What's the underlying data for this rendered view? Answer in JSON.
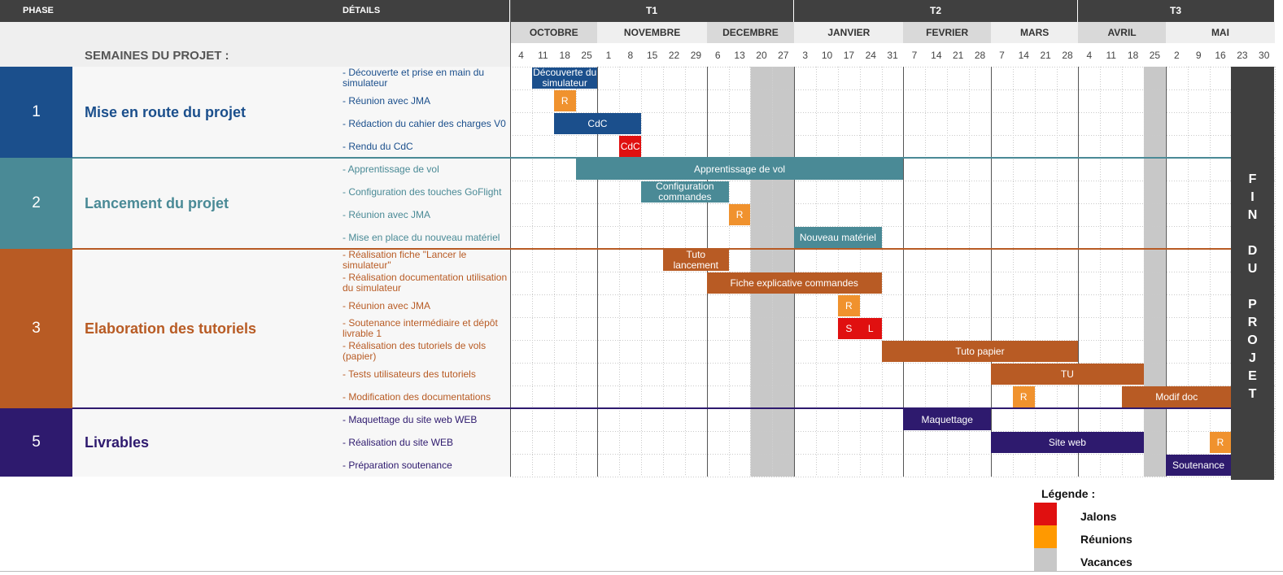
{
  "header": {
    "phase_label": "PHASE",
    "details_label": "DÉTAILS",
    "weeks_label": "SEMAINES DU PROJET :",
    "terms": [
      "T1",
      "T2",
      "T3"
    ]
  },
  "colors": {
    "phase1": "#1B4F8C",
    "phase2": "#4A8A96",
    "phase3": "#B85B24",
    "phase5": "#2E1A6E",
    "milestone": "#E01010",
    "meeting": "#F0922E",
    "holiday": "#C8C8C8",
    "header": "#404040"
  },
  "chart_data": {
    "type": "gantt",
    "months": [
      "OCTOBRE",
      "NOVEMBRE",
      "DECEMBRE",
      "JANVIER",
      "FEVRIER",
      "MARS",
      "AVRIL",
      "MAI"
    ],
    "weeks": [
      "4",
      "11",
      "18",
      "25",
      "1",
      "8",
      "15",
      "22",
      "29",
      "6",
      "13",
      "20",
      "27",
      "3",
      "10",
      "17",
      "24",
      "31",
      "7",
      "14",
      "21",
      "28",
      "7",
      "14",
      "21",
      "28",
      "4",
      "11",
      "18",
      "25",
      "2",
      "9",
      "16",
      "23",
      "30"
    ],
    "week_months": [
      0,
      0,
      0,
      0,
      1,
      1,
      1,
      1,
      1,
      2,
      2,
      2,
      2,
      3,
      3,
      3,
      3,
      3,
      4,
      4,
      4,
      4,
      5,
      5,
      5,
      5,
      6,
      6,
      6,
      6,
      7,
      7,
      7,
      7,
      7
    ],
    "holiday_weeks": [
      11,
      12,
      29
    ],
    "end_weeks": [
      33,
      34
    ],
    "end_text": "FIN DU PROJET",
    "phases": [
      {
        "number": "1",
        "name": "Mise en route du projet",
        "color": "#1B4F8C",
        "tasks": [
          {
            "label": "- Découverte et prise en main du simulateur",
            "bars": [
              {
                "start": 1,
                "end": 4,
                "text": "Découverte du simulateur",
                "kind": "task"
              }
            ]
          },
          {
            "label": "- Réunion avec JMA",
            "bars": [
              {
                "start": 2,
                "end": 3,
                "text": "R",
                "kind": "meeting"
              }
            ]
          },
          {
            "label": "- Rédaction du cahier des charges V0",
            "bars": [
              {
                "start": 2,
                "end": 6,
                "text": "CdC",
                "kind": "task"
              }
            ]
          },
          {
            "label": "- Rendu du CdC",
            "bars": [
              {
                "start": 5,
                "end": 6,
                "text": "CdC",
                "kind": "milestone"
              }
            ]
          }
        ]
      },
      {
        "number": "2",
        "name": "Lancement du projet",
        "color": "#4A8A96",
        "tasks": [
          {
            "label": "- Apprentissage de vol",
            "bars": [
              {
                "start": 3,
                "end": 18,
                "text": "Apprentissage de vol",
                "kind": "task"
              }
            ]
          },
          {
            "label": "- Configuration des touches GoFlight",
            "bars": [
              {
                "start": 6,
                "end": 10,
                "text": "Configuration commandes",
                "kind": "task"
              }
            ]
          },
          {
            "label": "- Réunion avec JMA",
            "bars": [
              {
                "start": 10,
                "end": 11,
                "text": "R",
                "kind": "meeting"
              }
            ]
          },
          {
            "label": "- Mise en place du nouveau matériel",
            "bars": [
              {
                "start": 13,
                "end": 17,
                "text": "Nouveau matériel",
                "kind": "task"
              }
            ]
          }
        ]
      },
      {
        "number": "3",
        "name": "Elaboration des tutoriels",
        "color": "#B85B24",
        "tasks": [
          {
            "label": "- Réalisation fiche \"Lancer le simulateur\"",
            "bars": [
              {
                "start": 7,
                "end": 10,
                "text": "Tuto lancement",
                "kind": "task"
              }
            ]
          },
          {
            "label": "- Réalisation documentation utilisation du simulateur",
            "bars": [
              {
                "start": 9,
                "end": 17,
                "text": "Fiche explicative commandes",
                "kind": "task"
              }
            ]
          },
          {
            "label": "- Réunion avec JMA",
            "bars": [
              {
                "start": 15,
                "end": 16,
                "text": "R",
                "kind": "meeting"
              }
            ]
          },
          {
            "label": "- Soutenance intermédiaire et dépôt livrable 1",
            "bars": [
              {
                "start": 15,
                "end": 16,
                "text": "S",
                "kind": "milestone"
              },
              {
                "start": 16,
                "end": 17,
                "text": "L",
                "kind": "milestone"
              }
            ]
          },
          {
            "label": "- Réalisation des tutoriels de vols (papier)",
            "bars": [
              {
                "start": 17,
                "end": 26,
                "text": "Tuto papier",
                "kind": "task"
              }
            ]
          },
          {
            "label": "- Tests utilisateurs des tutoriels",
            "bars": [
              {
                "start": 22,
                "end": 29,
                "text": "TU",
                "kind": "task"
              }
            ]
          },
          {
            "label": "- Modification des documentations",
            "bars": [
              {
                "start": 23,
                "end": 24,
                "text": "R",
                "kind": "meeting"
              },
              {
                "start": 28,
                "end": 33,
                "text": "Modif doc",
                "kind": "task"
              }
            ]
          }
        ]
      },
      {
        "number": "5",
        "name": "Livrables",
        "color": "#2E1A6E",
        "tasks": [
          {
            "label": "- Maquettage du site web WEB",
            "bars": [
              {
                "start": 18,
                "end": 22,
                "text": "Maquettage",
                "kind": "task"
              }
            ]
          },
          {
            "label": "- Réalisation du site WEB",
            "bars": [
              {
                "start": 22,
                "end": 29,
                "text": "Site web",
                "kind": "task"
              },
              {
                "start": 32,
                "end": 33,
                "text": "R",
                "kind": "meeting"
              }
            ]
          },
          {
            "label": "- Préparation soutenance",
            "bars": [
              {
                "start": 30,
                "end": 33,
                "text": "Soutenance",
                "kind": "task"
              }
            ]
          }
        ]
      }
    ]
  },
  "legend": {
    "title": "Légende :",
    "items": [
      {
        "label": "Jalons",
        "color": "#E01010"
      },
      {
        "label": "Réunions",
        "color": "#FF9900"
      },
      {
        "label": "Vacances",
        "color": "#C8C8C8"
      }
    ]
  }
}
